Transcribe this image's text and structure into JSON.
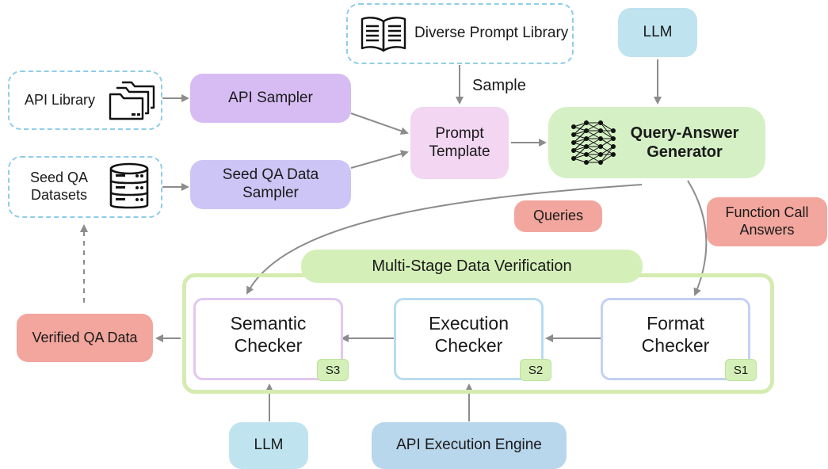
{
  "nodes": {
    "prompt_library": "Diverse Prompt Library",
    "llm_top": "LLM",
    "api_library": "API Library",
    "api_sampler": "API Sampler",
    "seed_qa_datasets_1": "Seed QA",
    "seed_qa_datasets_2": "Datasets",
    "seed_qa_sampler_1": "Seed QA Data",
    "seed_qa_sampler_2": "Sampler",
    "prompt_template_1": "Prompt",
    "prompt_template_2": "Template",
    "generator_1": "Query-Answer",
    "generator_2": "Generator",
    "queries": "Queries",
    "function_call_1": "Function Call",
    "function_call_2": "Answers",
    "verification_title": "Multi-Stage Data Verification",
    "verified_qa": "Verified QA Data",
    "semantic_1": "Semantic",
    "semantic_2": "Checker",
    "semantic_tag": "S3",
    "execution_1": "Execution",
    "execution_2": "Checker",
    "execution_tag": "S2",
    "format_1": "Format",
    "format_2": "Checker",
    "format_tag": "S1",
    "llm_bottom": "LLM",
    "api_engine": "API Execution Engine"
  },
  "edges": {
    "sample": "Sample"
  },
  "colors": {
    "arrow": "#8c8c8c",
    "verification_border": "#d4ecb0",
    "semantic_border": "#e0c8f0",
    "execution_border": "#b8dcf0",
    "format_border": "#c4d0f4"
  }
}
